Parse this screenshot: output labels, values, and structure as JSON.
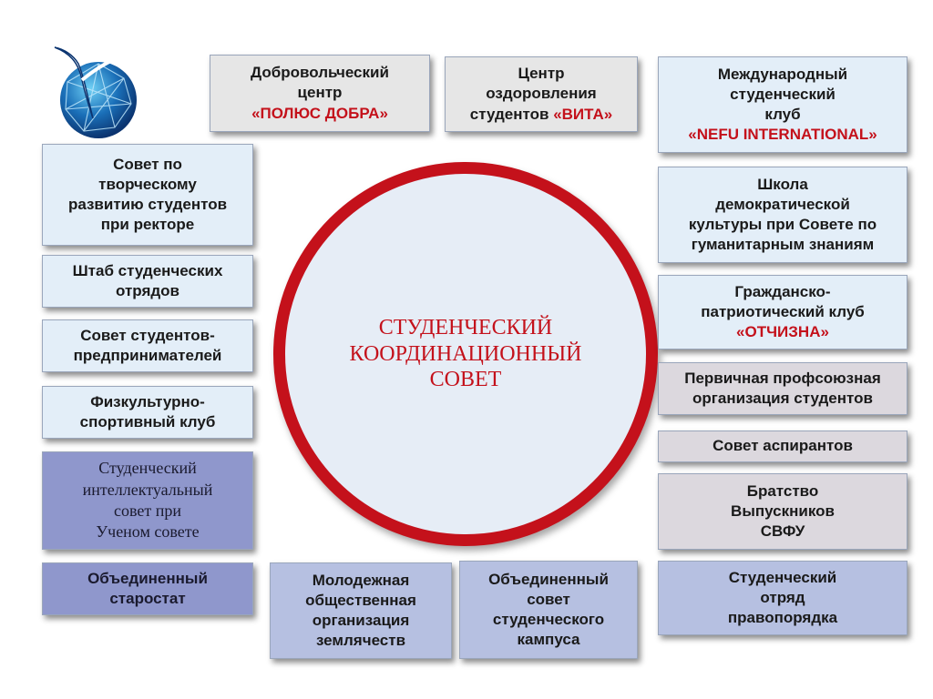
{
  "center": {
    "lines": [
      "СТУДЕНЧЕСКИЙ",
      "КООРДИНАЦИОННЫЙ",
      "СОВЕТ"
    ]
  },
  "colors": {
    "accent": "#c4111b",
    "light": "#e3eef8",
    "grey": "#e6e6e6",
    "mauve": "#dcd8de",
    "violet": "#8f97cc",
    "steel": "#b6c0e1"
  },
  "logo": {
    "icon": "nefu-logo-icon"
  },
  "top": {
    "volunteer": [
      "Добровольческий",
      "центр",
      "«ПОЛЮС ДОБРА»"
    ],
    "vita": [
      "Центр",
      "оздоровления",
      "студентов",
      "«ВИТА»"
    ],
    "international": [
      "Международный",
      "студенческий",
      "клуб",
      "«NEFU INTERNATIONAL»"
    ]
  },
  "left": {
    "creative": [
      "Совет по",
      "творческому",
      "развитию студентов",
      "при ректоре"
    ],
    "headquarters": [
      "Штаб студенческих",
      "отрядов"
    ],
    "entrepreneurs": [
      "Совет студентов-",
      "предпринимателей"
    ],
    "sports": [
      "Физкультурно-",
      "спортивный клуб"
    ],
    "intellectual": [
      "Студенческий",
      "интеллектуальный",
      "совет при",
      "Ученом совете"
    ],
    "starostat": [
      "Объединенный",
      "старостат"
    ]
  },
  "bottom": {
    "youth": [
      "Молодежная",
      "общественная",
      "организация",
      "землячеств"
    ],
    "campus": [
      "Объединенный",
      "совет",
      "студенческого",
      "кампуса"
    ]
  },
  "right": {
    "democracy": [
      "Школа",
      "демократической",
      "культуры при Совете по",
      "гуманитарным знаниям"
    ],
    "patriotic": [
      "Гражданско-",
      "патриотический клуб",
      "«ОТЧИЗНА»"
    ],
    "union": [
      "Первичная профсоюзная",
      "организация студентов"
    ],
    "postgrad": [
      "Совет аспирантов"
    ],
    "alumni": [
      "Братство",
      "Выпускников",
      "СВФУ"
    ],
    "lawenforcement": [
      "Студенческий",
      "отряд",
      "правопорядка"
    ]
  }
}
